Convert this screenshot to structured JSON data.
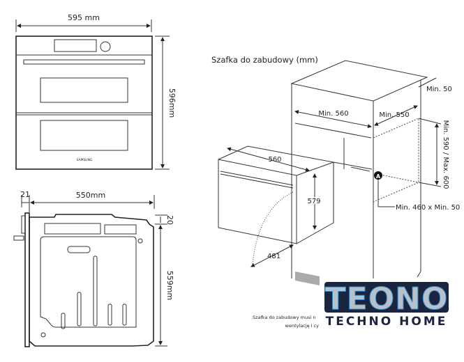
{
  "front_view": {
    "width_label": "595 mm",
    "height_label": "596mm",
    "brand_label": "SAMSUNG"
  },
  "side_view": {
    "door_depth_label": "21",
    "depth_label": "550mm",
    "top_offset_label": "20",
    "height_label": "559mm"
  },
  "cabinet": {
    "title": "Szafka do zabudowy (mm)",
    "min_width": "Min. 560",
    "min_depth": "Min. 550",
    "min_top_gap": "Min. 50",
    "height_range": "Min. 590 / Max. 600",
    "vent_opening": "Min. 460 x Min. 50",
    "vent_marker": "A",
    "oven_width": "560",
    "oven_height": "579",
    "oven_depth": "481",
    "note_line1": "Szafka do zabudowy musi n",
    "note_line2": "wentylację i cy"
  },
  "watermark": {
    "logo_main": "TEONO",
    "logo_sub": "TECHNO HOME",
    "colors": {
      "navy": "#1c2540",
      "blue": "#2f8fd0",
      "gray": "#b9c0c8"
    }
  }
}
